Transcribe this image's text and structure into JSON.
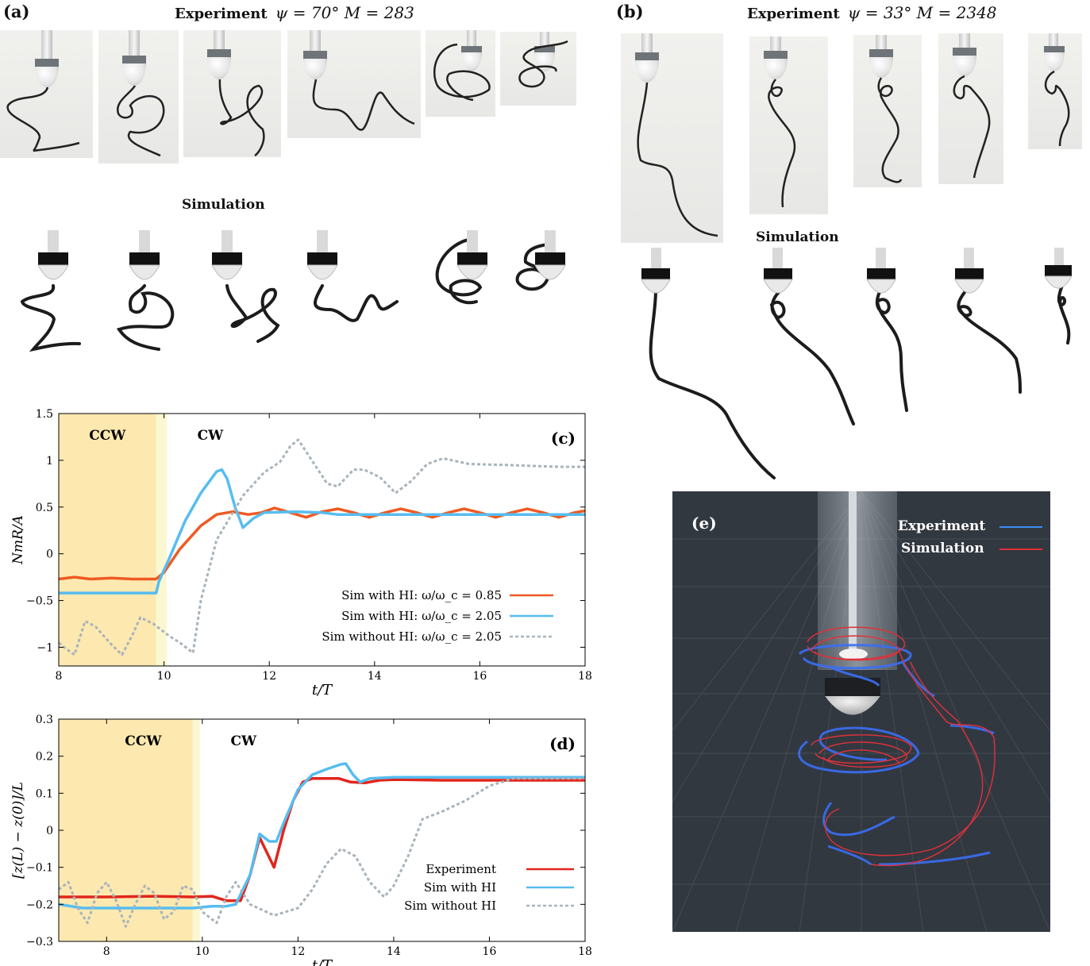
{
  "panel_a": {
    "label": "(a)",
    "title_bold": "Experiment",
    "title_math": "ψ = 70°   M = 283",
    "sim_label": "Simulation"
  },
  "panel_b": {
    "label": "(b)",
    "title_bold": "Experiment",
    "title_math": "ψ = 33°   M = 2348",
    "sim_label": "Simulation"
  },
  "panel_e": {
    "label": "(e)",
    "legend": [
      {
        "name": "Experiment",
        "color": "#3a8ef6"
      },
      {
        "name": "Simulation",
        "color": "#e0313a"
      }
    ]
  },
  "colors": {
    "ccw_region": "#fde9b0",
    "transition_region": "#fbf7d0",
    "orange": "#ee5a22",
    "blue": "#56bdf0",
    "gray": "#a9b4bb",
    "red": "#e1261c"
  },
  "chart_data": [
    {
      "id": "c",
      "type": "line",
      "panel_label": "(c)",
      "xlabel": "t/T",
      "ylabel": "NmR/A",
      "xlim": [
        8,
        18
      ],
      "ylim": [
        -1.2,
        1.5
      ],
      "xticks": [
        8,
        10,
        12,
        14,
        16,
        18
      ],
      "yticks": [
        -1,
        -0.5,
        0,
        0.5,
        1,
        1.5
      ],
      "ytick_labels": [
        "−1",
        "−0.5",
        "0",
        "0.5",
        "1",
        "1.5"
      ],
      "regions": [
        {
          "label": "CCW",
          "x0": 8,
          "x1": 9.85
        },
        {
          "label": "CW",
          "x0": 10.05,
          "x1": 18
        }
      ],
      "transition": [
        9.85,
        10.05
      ],
      "legend": [
        "Sim with HI: ω/ω_c = 0.85",
        "Sim with HI: ω/ω_c = 2.05",
        "Sim without HI: ω/ω_c = 2.05"
      ],
      "series": [
        {
          "name": "Sim with HI: ω/ω_c = 0.85",
          "style": "solid",
          "color": "#ee5a22",
          "points": [
            [
              8,
              -0.27
            ],
            [
              8.3,
              -0.25
            ],
            [
              8.6,
              -0.27
            ],
            [
              9,
              -0.26
            ],
            [
              9.4,
              -0.27
            ],
            [
              9.85,
              -0.27
            ],
            [
              10,
              -0.2
            ],
            [
              10.3,
              0.05
            ],
            [
              10.7,
              0.3
            ],
            [
              11,
              0.42
            ],
            [
              11.3,
              0.45
            ],
            [
              11.6,
              0.42
            ],
            [
              11.85,
              0.44
            ],
            [
              12.1,
              0.49
            ],
            [
              12.4,
              0.44
            ],
            [
              12.7,
              0.39
            ],
            [
              13,
              0.45
            ],
            [
              13.3,
              0.48
            ],
            [
              13.6,
              0.44
            ],
            [
              13.9,
              0.39
            ],
            [
              14.2,
              0.44
            ],
            [
              14.5,
              0.48
            ],
            [
              14.8,
              0.44
            ],
            [
              15.1,
              0.39
            ],
            [
              15.4,
              0.44
            ],
            [
              15.7,
              0.48
            ],
            [
              16,
              0.44
            ],
            [
              16.3,
              0.39
            ],
            [
              16.6,
              0.44
            ],
            [
              16.9,
              0.48
            ],
            [
              17.2,
              0.44
            ],
            [
              17.5,
              0.39
            ],
            [
              17.8,
              0.44
            ],
            [
              18,
              0.46
            ]
          ]
        },
        {
          "name": "Sim with HI: ω/ω_c = 2.05",
          "style": "solid",
          "color": "#56bdf0",
          "points": [
            [
              8,
              -0.42
            ],
            [
              9.85,
              -0.42
            ],
            [
              9.9,
              -0.3
            ],
            [
              10.1,
              -0.05
            ],
            [
              10.4,
              0.35
            ],
            [
              10.7,
              0.65
            ],
            [
              11,
              0.88
            ],
            [
              11.1,
              0.9
            ],
            [
              11.2,
              0.8
            ],
            [
              11.35,
              0.5
            ],
            [
              11.5,
              0.28
            ],
            [
              11.7,
              0.38
            ],
            [
              11.9,
              0.44
            ],
            [
              12.5,
              0.45
            ],
            [
              13,
              0.44
            ],
            [
              13.3,
              0.42
            ],
            [
              14,
              0.42
            ],
            [
              15,
              0.42
            ],
            [
              16,
              0.42
            ],
            [
              17,
              0.42
            ],
            [
              18,
              0.42
            ]
          ]
        },
        {
          "name": "Sim without HI: ω/ω_c = 2.05",
          "style": "dashed",
          "color": "#a9b4bb",
          "points": [
            [
              8,
              -0.95
            ],
            [
              8.1,
              -1.0
            ],
            [
              8.3,
              -1.08
            ],
            [
              8.5,
              -0.72
            ],
            [
              8.7,
              -0.78
            ],
            [
              9,
              -0.97
            ],
            [
              9.2,
              -1.08
            ],
            [
              9.4,
              -0.87
            ],
            [
              9.55,
              -0.68
            ],
            [
              9.8,
              -0.75
            ],
            [
              10.1,
              -0.88
            ],
            [
              10.3,
              -0.95
            ],
            [
              10.55,
              -1.06
            ],
            [
              10.7,
              -0.5
            ],
            [
              11,
              0.15
            ],
            [
              11.5,
              0.62
            ],
            [
              11.9,
              0.87
            ],
            [
              12.2,
              0.98
            ],
            [
              12.4,
              1.15
            ],
            [
              12.55,
              1.22
            ],
            [
              12.75,
              1.05
            ],
            [
              13.1,
              0.75
            ],
            [
              13.3,
              0.72
            ],
            [
              13.6,
              0.9
            ],
            [
              13.8,
              0.9
            ],
            [
              14.1,
              0.82
            ],
            [
              14.4,
              0.65
            ],
            [
              14.7,
              0.78
            ],
            [
              15,
              0.96
            ],
            [
              15.3,
              1.02
            ],
            [
              15.8,
              0.96
            ],
            [
              16.5,
              0.95
            ],
            [
              17.5,
              0.93
            ],
            [
              18,
              0.93
            ]
          ]
        }
      ]
    },
    {
      "id": "d",
      "type": "line",
      "panel_label": "(d)",
      "xlabel": "t/T",
      "ylabel": "[z(L) − z(0)]/L",
      "xlim": [
        7,
        18
      ],
      "ylim": [
        -0.3,
        0.3
      ],
      "xticks": [
        8,
        10,
        12,
        14,
        16,
        18
      ],
      "yticks": [
        -0.3,
        -0.2,
        -0.1,
        0,
        0.1,
        0.2,
        0.3
      ],
      "ytick_labels": [
        "−0.3",
        "−0.2",
        "−0.1",
        "0",
        "0.1",
        "0.2",
        "0.3"
      ],
      "regions": [
        {
          "label": "CCW",
          "x0": 7,
          "x1": 9.8
        },
        {
          "label": "CW",
          "x0": 9.95,
          "x1": 18
        }
      ],
      "transition": [
        9.8,
        9.95
      ],
      "legend": [
        "Experiment",
        "Sim with HI",
        "Sim without HI"
      ],
      "series": [
        {
          "name": "Experiment",
          "style": "solid",
          "color": "#e1261c",
          "points": [
            [
              7,
              -0.18
            ],
            [
              8,
              -0.18
            ],
            [
              9,
              -0.178
            ],
            [
              9.8,
              -0.18
            ],
            [
              10.2,
              -0.178
            ],
            [
              10.5,
              -0.19
            ],
            [
              10.8,
              -0.19
            ],
            [
              11,
              -0.12
            ],
            [
              11.2,
              -0.02
            ],
            [
              11.35,
              -0.06
            ],
            [
              11.5,
              -0.1
            ],
            [
              11.7,
              0.0
            ],
            [
              11.9,
              0.08
            ],
            [
              12.1,
              0.13
            ],
            [
              12.3,
              0.14
            ],
            [
              12.6,
              0.14
            ],
            [
              12.85,
              0.14
            ],
            [
              13.1,
              0.13
            ],
            [
              13.4,
              0.128
            ],
            [
              13.7,
              0.135
            ],
            [
              14,
              0.137
            ],
            [
              15,
              0.135
            ],
            [
              16,
              0.135
            ],
            [
              17,
              0.135
            ],
            [
              18,
              0.135
            ]
          ]
        },
        {
          "name": "Sim with HI",
          "style": "solid",
          "color": "#56bdf0",
          "points": [
            [
              7,
              -0.2
            ],
            [
              7.5,
              -0.21
            ],
            [
              8,
              -0.21
            ],
            [
              9,
              -0.21
            ],
            [
              9.8,
              -0.21
            ],
            [
              10.2,
              -0.205
            ],
            [
              10.5,
              -0.205
            ],
            [
              10.7,
              -0.2
            ],
            [
              11,
              -0.12
            ],
            [
              11.2,
              -0.01
            ],
            [
              11.4,
              -0.03
            ],
            [
              11.55,
              -0.03
            ],
            [
              11.7,
              0.02
            ],
            [
              12,
              0.11
            ],
            [
              12.3,
              0.15
            ],
            [
              12.6,
              0.165
            ],
            [
              12.9,
              0.178
            ],
            [
              13,
              0.18
            ],
            [
              13.15,
              0.15
            ],
            [
              13.3,
              0.13
            ],
            [
              13.5,
              0.14
            ],
            [
              14,
              0.143
            ],
            [
              15,
              0.143
            ],
            [
              16,
              0.143
            ],
            [
              17,
              0.143
            ],
            [
              18,
              0.143
            ]
          ]
        },
        {
          "name": "Sim without HI",
          "style": "dashed",
          "color": "#a9b4bb",
          "points": [
            [
              7,
              -0.16
            ],
            [
              7.2,
              -0.14
            ],
            [
              7.4,
              -0.21
            ],
            [
              7.6,
              -0.25
            ],
            [
              7.8,
              -0.17
            ],
            [
              8,
              -0.14
            ],
            [
              8.2,
              -0.19
            ],
            [
              8.4,
              -0.26
            ],
            [
              8.6,
              -0.2
            ],
            [
              8.8,
              -0.15
            ],
            [
              9,
              -0.17
            ],
            [
              9.2,
              -0.24
            ],
            [
              9.4,
              -0.22
            ],
            [
              9.6,
              -0.15
            ],
            [
              9.8,
              -0.16
            ],
            [
              10,
              -0.22
            ],
            [
              10.3,
              -0.25
            ],
            [
              10.5,
              -0.18
            ],
            [
              10.7,
              -0.14
            ],
            [
              11,
              -0.2
            ],
            [
              11.5,
              -0.23
            ],
            [
              12,
              -0.21
            ],
            [
              12.3,
              -0.16
            ],
            [
              12.6,
              -0.09
            ],
            [
              12.9,
              -0.05
            ],
            [
              13.2,
              -0.07
            ],
            [
              13.5,
              -0.14
            ],
            [
              13.8,
              -0.18
            ],
            [
              14,
              -0.15
            ],
            [
              14.3,
              -0.07
            ],
            [
              14.6,
              0.03
            ],
            [
              15,
              0.05
            ],
            [
              15.5,
              0.08
            ],
            [
              16,
              0.12
            ],
            [
              16.5,
              0.14
            ],
            [
              17,
              0.14
            ],
            [
              18,
              0.14
            ]
          ]
        }
      ]
    }
  ]
}
